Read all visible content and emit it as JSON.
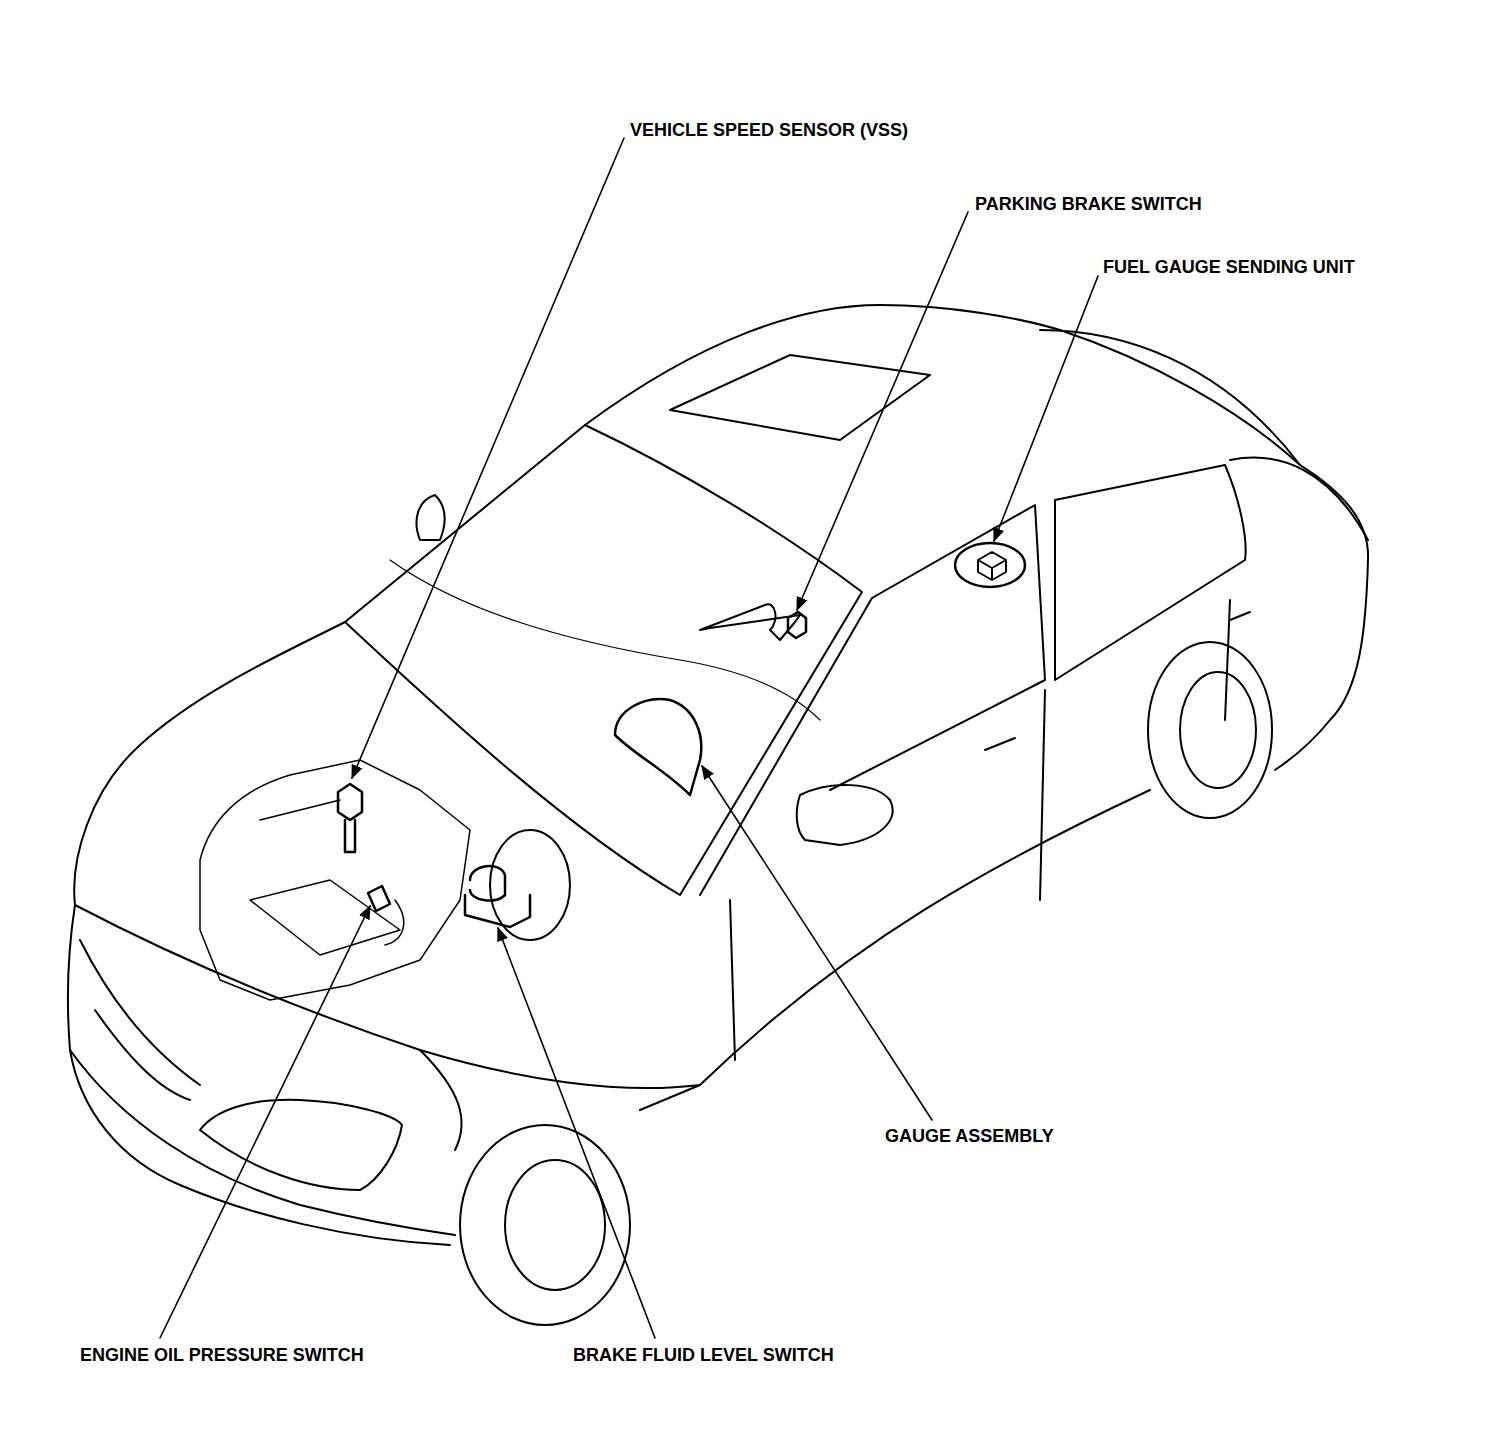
{
  "diagram": {
    "labels": [
      "VEHICLE SPEED SENSOR (VSS)",
      "PARKING BRAKE SWITCH",
      "FUEL GAUGE SENDING UNIT",
      "GAUGE ASSEMBLY",
      "ENGINE OIL PRESSURE SWITCH",
      "BRAKE FLUID LEVEL SWITCH"
    ]
  }
}
